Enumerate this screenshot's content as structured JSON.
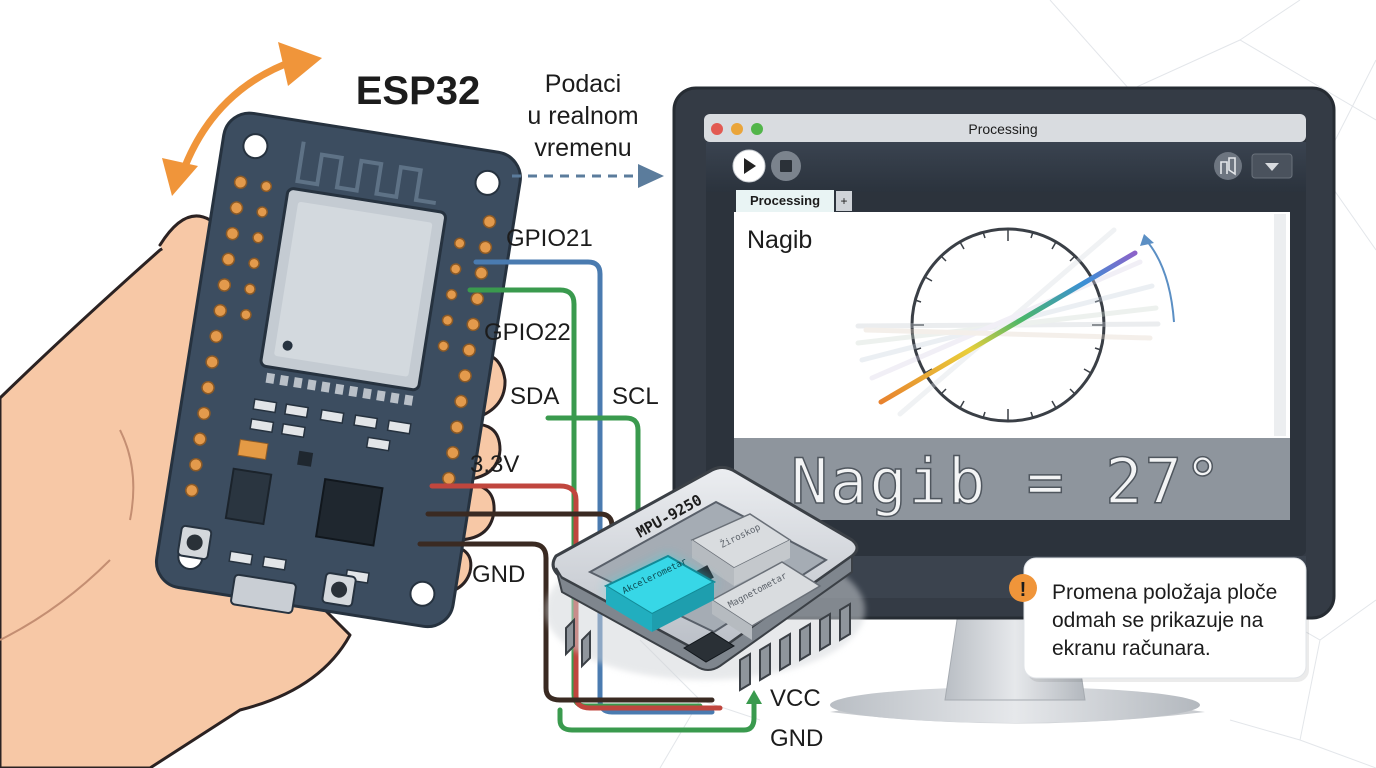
{
  "board_title": "ESP32",
  "realtime_label": [
    "Podaci",
    "u realnom",
    "vremenu"
  ],
  "pins": {
    "gpio21": "GPIO21",
    "gpio22": "GPIO22",
    "sda": "SDA",
    "scl": "SCL",
    "v33": "3.3V",
    "gnd": "GND",
    "vcc": "VCC",
    "gnd2": "GND"
  },
  "window": {
    "title": "Processing",
    "tab_label": "Processing",
    "tab_add": "+",
    "sketch_label": "Nagib",
    "readout": "Nagib = 27°"
  },
  "sensor": {
    "name": "MPU-9250",
    "accelerometer": "Akcelerometar",
    "gyroscope": "Žiroskop",
    "magnetometer": "Magnetometar"
  },
  "note": {
    "icon": "!",
    "lines": [
      "Promena položaja ploče",
      "odmah se prikazuje na",
      "ekranu računara."
    ]
  },
  "colors": {
    "sda_wire": "#3a9a4e",
    "scl_wire": "#4a7bb0",
    "vcc_wire": "#c0463e",
    "gnd_wire": "#3a2a22",
    "board": "#3c4d60",
    "accent": "#f0953a"
  }
}
